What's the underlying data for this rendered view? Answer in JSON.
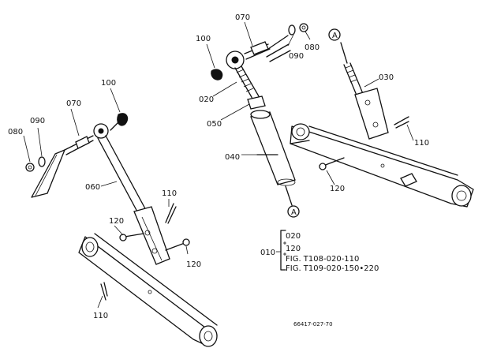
{
  "labels": {
    "l080a": "080",
    "l090a": "090",
    "l070a": "070",
    "l100a": "100",
    "l060": "060",
    "l110a": "110",
    "l120a": "120",
    "l120b": "120",
    "l110b": "110",
    "l100b": "100",
    "l070b": "070",
    "l090b": "090",
    "l080b": "080",
    "l020": "020",
    "l050": "050",
    "l040": "040",
    "l030": "030",
    "l110c": "110",
    "l120c": "120",
    "refA_top": "A",
    "refA_bottom": "A"
  },
  "legend": {
    "group": "010",
    "item1": "020",
    "item2": "120",
    "item3": "FIG. T108-020-110",
    "item4": "FIG. T109-020-150•220"
  },
  "code": "66417-027-70"
}
